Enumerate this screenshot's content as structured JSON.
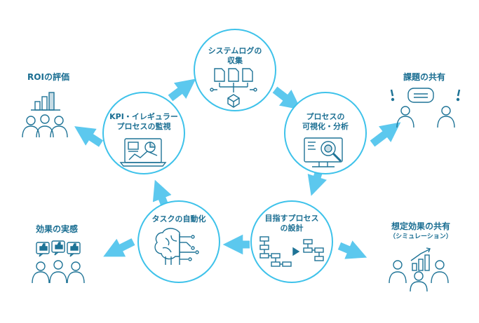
{
  "colors": {
    "circle_border": "#3ec2ea",
    "arrow": "#5cc8ee",
    "icon": "#1e7396",
    "text": "#1a6e92"
  },
  "cycle": {
    "collect": {
      "line1": "システムログの",
      "line2": "収集",
      "icon": "documents-network-icon"
    },
    "analyze": {
      "line1": "プロセスの",
      "line2": "可視化・分析",
      "icon": "monitor-magnifier-icon"
    },
    "design": {
      "line1": "目指すプロセス",
      "line2": "の設計",
      "icon": "flowchart-icon"
    },
    "automate": {
      "line1": "タスクの自動化",
      "icon": "brain-circuit-icon"
    },
    "monitor": {
      "line1": "KPI・イレギュラー",
      "line2": "プロセスの監視",
      "icon": "dashboard-laptop-icon"
    }
  },
  "outcomes": {
    "roi": {
      "label": "ROIの評価",
      "icon": "chart-people-icon"
    },
    "issues": {
      "label": "課題の共有",
      "icon": "discussion-people-icon"
    },
    "expected": {
      "label": "想定効果の共有",
      "sub": "（シミュレーション）",
      "icon": "growth-chart-people-icon"
    },
    "actual": {
      "label": "効果の実感",
      "icon": "thumbs-up-people-icon"
    }
  }
}
